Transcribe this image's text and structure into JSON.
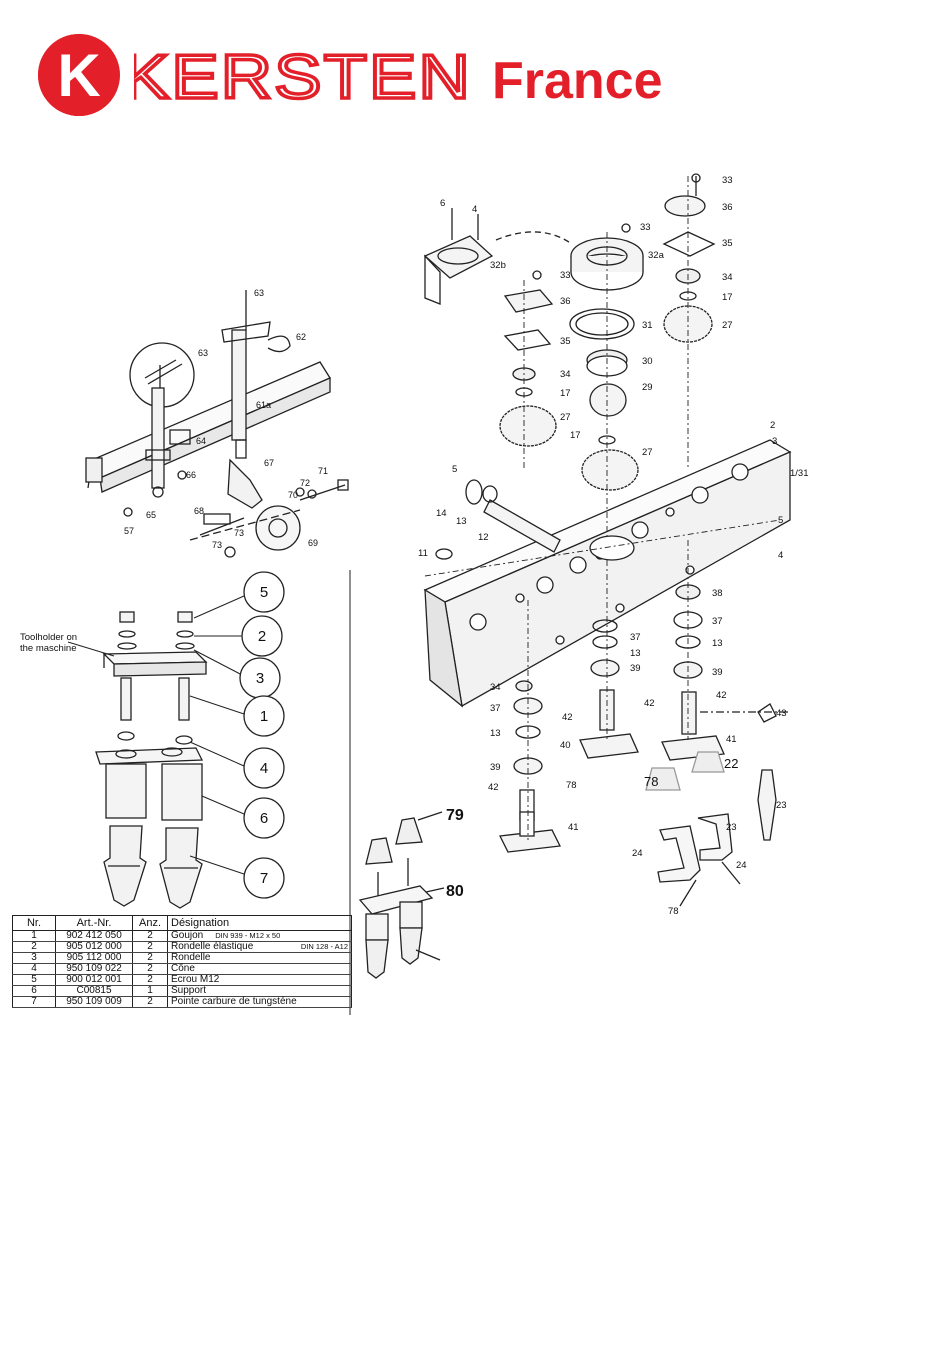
{
  "brand": {
    "name": "KERSTEN",
    "region": "France",
    "red": "#e3202a"
  },
  "toolholder_callout": {
    "lines": [
      "Toolholder on",
      "the maschine"
    ]
  },
  "callouts_small_diagram": [
    "5",
    "2",
    "3",
    "1",
    "4",
    "6",
    "7"
  ],
  "parts_table": {
    "headers": [
      "Nr.",
      "Art.-Nr.",
      "Anz.",
      "Désignation"
    ],
    "rows": [
      {
        "nr": "1",
        "art": "902 412 050",
        "anz": "2",
        "des": "Goujon",
        "note": "DIN 939 - M12 x 50"
      },
      {
        "nr": "2",
        "art": "905 012 000",
        "anz": "2",
        "des": "Rondelle élastique",
        "note": "DIN 128 - A12"
      },
      {
        "nr": "3",
        "art": "905 112 000",
        "anz": "2",
        "des": "Rondelle",
        "note": ""
      },
      {
        "nr": "4",
        "art": "950 109 022",
        "anz": "2",
        "des": "Cône",
        "note": ""
      },
      {
        "nr": "5",
        "art": "900 012 001",
        "anz": "2",
        "des": "Ecrou M12",
        "note": ""
      },
      {
        "nr": "6",
        "art": "C00815",
        "anz": "1",
        "des": "Support",
        "note": ""
      },
      {
        "nr": "7",
        "art": "950 109 009",
        "anz": "2",
        "des": "Pointe carbure de tungstène",
        "note": ""
      }
    ]
  },
  "callouts_assembly": [
    "6",
    "4",
    "32b",
    "33",
    "32a",
    "33",
    "36",
    "35",
    "34",
    "17",
    "27",
    "33",
    "36",
    "35",
    "31",
    "30",
    "34",
    "17",
    "29",
    "17",
    "27",
    "27",
    "2",
    "3",
    "1/31",
    "5",
    "14",
    "13",
    "12",
    "11",
    "5",
    "4",
    "38",
    "37",
    "13",
    "39",
    "37",
    "13",
    "39",
    "34",
    "37",
    "13",
    "39",
    "42",
    "40",
    "42",
    "41",
    "43",
    "42",
    "41",
    "42",
    "78",
    "78",
    "22",
    "23",
    "23",
    "24",
    "24",
    "78",
    "79",
    "80"
  ],
  "callouts_linkage": [
    "63",
    "63",
    "62",
    "61a",
    "64",
    "66",
    "65",
    "57",
    "67",
    "71",
    "72",
    "70",
    "68",
    "73",
    "69",
    "73"
  ]
}
